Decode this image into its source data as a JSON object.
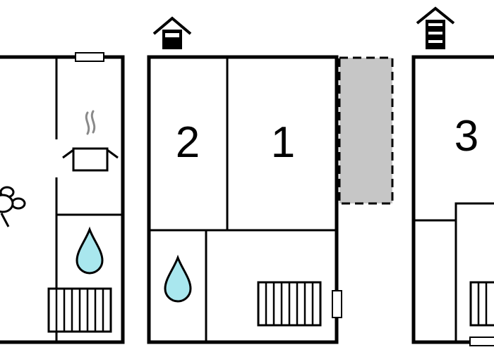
{
  "floorplan": {
    "room_labels": {
      "room_2": "2",
      "room_1": "1",
      "room_3": "3"
    },
    "colors": {
      "wall": "#000000",
      "water_fill": "#a9e7ee",
      "terrace_fill": "#c6c6c6",
      "background": "#ffffff"
    },
    "icons": {
      "entrance_center": "house-entrance-icon",
      "entrance_right": "house-entrance-icon",
      "kitchen": "cooking-pot-icon",
      "bathroom_left": "water-drop-icon",
      "bathroom_center": "water-drop-icon",
      "heaters": "radiator-icon",
      "windows": "window-icon",
      "dining": "dining-table-icon"
    }
  }
}
